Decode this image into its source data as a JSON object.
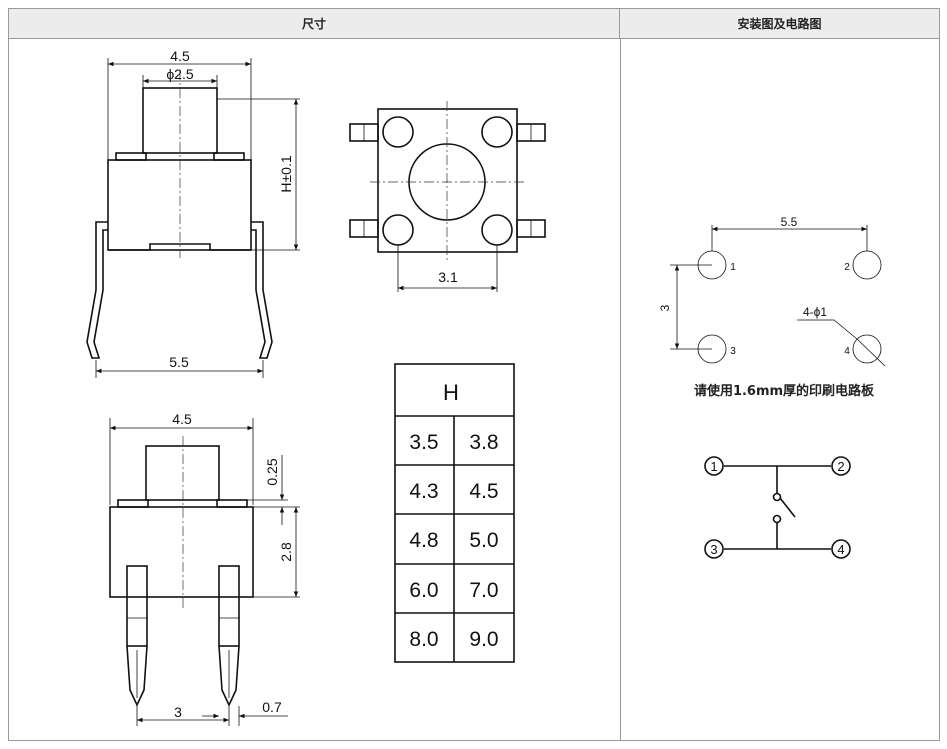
{
  "headers": {
    "left": "尺寸",
    "right": "安装图及电路图"
  },
  "side_view": {
    "width_label": "4.5",
    "stem_diameter_label": "ϕ2.5",
    "height_label": "H±0.1",
    "pitch_label": "5.5"
  },
  "top_view": {
    "spacing_label": "3.1"
  },
  "front_view": {
    "width_label": "4.5",
    "cap_label": "0.25",
    "body_height_label": "2.8",
    "pin_pitch_label": "3",
    "pin_width_label": "0.7"
  },
  "h_table": {
    "header": "H",
    "rows": [
      [
        "3.5",
        "3.8"
      ],
      [
        "4.3",
        "4.5"
      ],
      [
        "4.8",
        "5.0"
      ],
      [
        "6.0",
        "7.0"
      ],
      [
        "8.0",
        "9.0"
      ]
    ]
  },
  "mounting": {
    "horizontal_label": "5.5",
    "vertical_label": "3",
    "hole_label": "4-ϕ1",
    "hole_numbers": [
      "1",
      "2",
      "3",
      "4"
    ],
    "note": "请使用1.6mm厚的印刷电路板"
  },
  "circuit": {
    "terminals": [
      "1",
      "2",
      "3",
      "4"
    ]
  }
}
